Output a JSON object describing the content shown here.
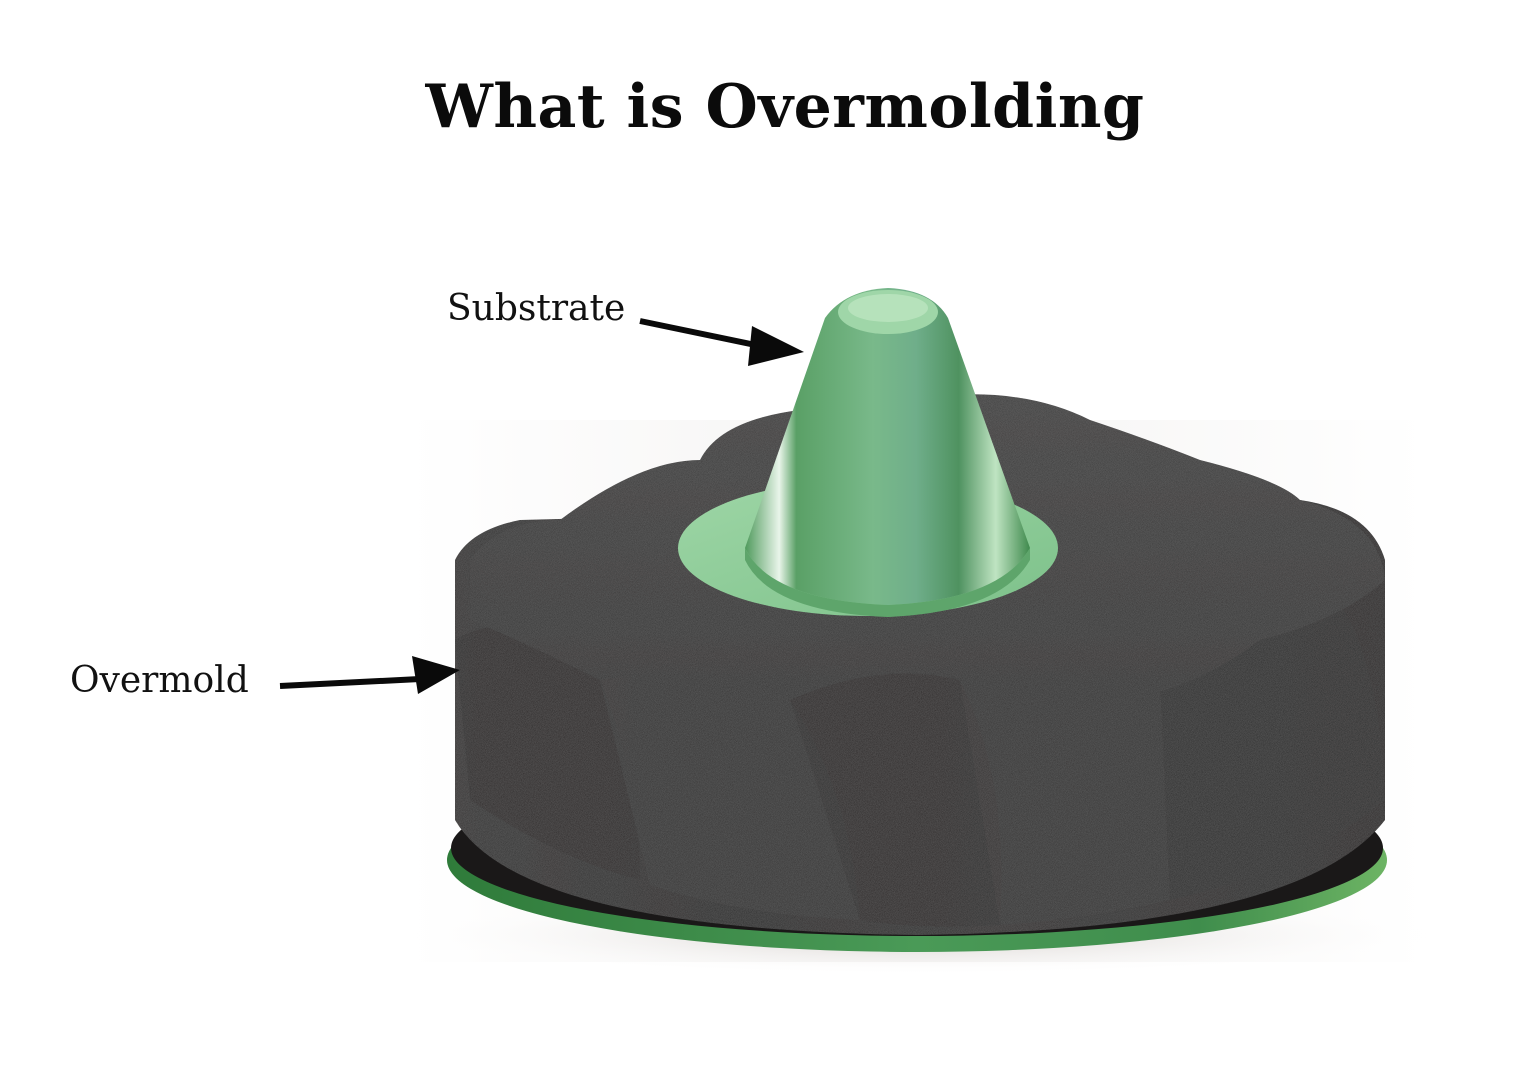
{
  "title": "What is Overmolding",
  "labels": {
    "substrate": "Substrate",
    "overmold": "Overmold"
  },
  "illustration": {
    "subject": "knob with green substrate cone and black overmold",
    "parts": [
      {
        "name": "substrate",
        "color": "#6fb27d",
        "description": "green conical insert and base ring"
      },
      {
        "name": "overmold",
        "color": "#2a2a2a",
        "description": "black textured lobed grip"
      }
    ]
  },
  "colors": {
    "background": "#ffffff",
    "text": "#111111",
    "substrate_green": "#6fb27d",
    "substrate_green_light": "#9ed6a6",
    "substrate_green_dark": "#3f8a4d",
    "base_ring_green": "#3e8d47",
    "overmold_black": "#2a2a2a",
    "overmold_dark": "#1c1a1a",
    "arrow": "#0a0a0a"
  }
}
